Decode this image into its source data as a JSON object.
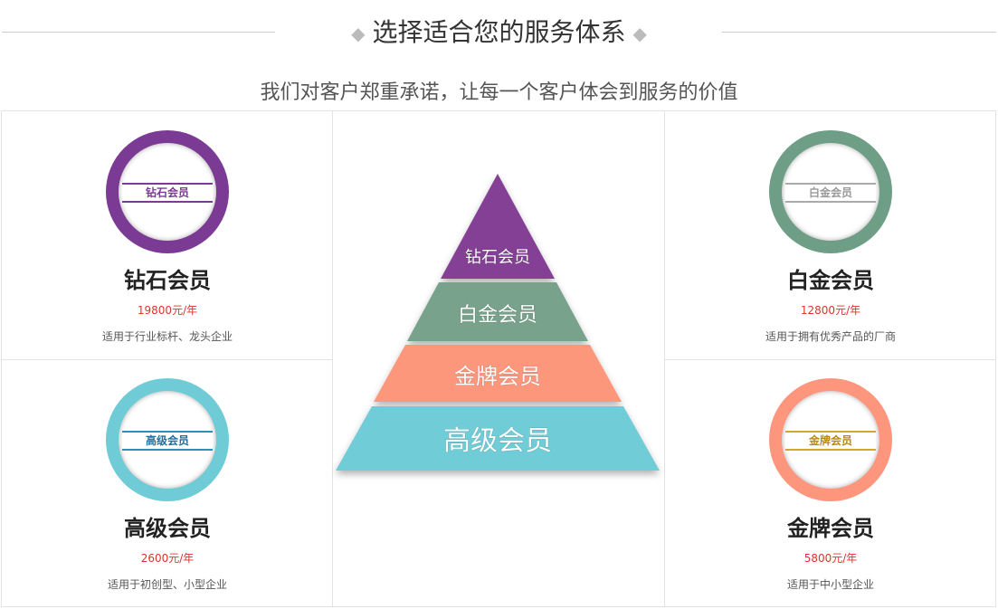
{
  "header": {
    "title": "选择适合您的服务体系",
    "subtitle": "我们对客户郑重承诺，让每一个客户体会到服务的价值"
  },
  "tiers": [
    {
      "name": "钻石会员",
      "price": "19800元/年",
      "desc": "适用于行业标杆、龙头企业",
      "color": "#7b3a93"
    },
    {
      "name": "白金会员",
      "price": "12800元/年",
      "desc": "适用于拥有优秀产品的厂商",
      "color": "#6e9e85"
    },
    {
      "name": "高级会员",
      "price": "2600元/年",
      "desc": "适用于初创型、小型企业",
      "color": "#6fcbd5"
    },
    {
      "name": "金牌会员",
      "price": "5800元/年",
      "desc": "适用于中小型企业",
      "color": "#fd967c"
    }
  ],
  "pyramid": [
    "钻石会员",
    "白金会员",
    "金牌会员",
    "高级会员"
  ]
}
